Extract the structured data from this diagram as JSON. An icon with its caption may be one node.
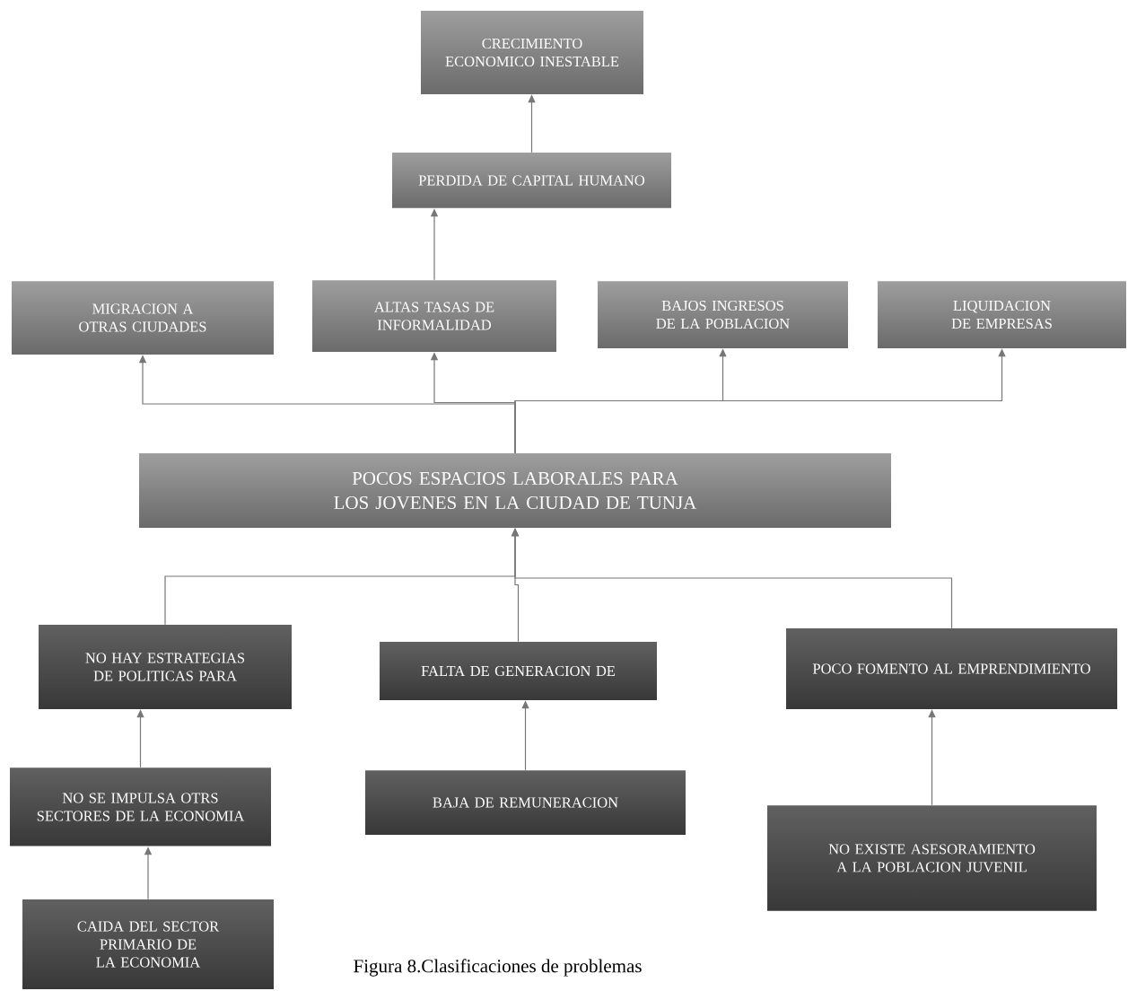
{
  "diagram": {
    "caption": "Figura 8.Clasificaciones de problemas",
    "nodes": [
      {
        "text": [
          "CRECIMIENTO ECONOMICO INESTABLE"
        ]
      },
      {
        "text": [
          "PERDIDA DE CAPITAL HUMANO"
        ]
      },
      {
        "text": [
          "MIGRACION A OTRAS CIUDADES"
        ]
      },
      {
        "text": [
          "ALTAS TASAS DE INFORMALIDAD"
        ]
      },
      {
        "text": [
          "BAJOS INGRESOS DE LA POBLACION"
        ]
      },
      {
        "text": [
          "LIQUIDACION DE EMPRESAS"
        ]
      },
      {
        "text": [
          "POCOS ESPACIOS LABORALES PARA LOS JOVENES EN LA CIUDAD DE TUNJA"
        ]
      },
      {
        "text": [
          "NO HAY ESTRATEGIAS DE POLITICAS PARA"
        ]
      },
      {
        "text": [
          "FALTA DE GENERACION DE"
        ]
      },
      {
        "text": [
          "POCO FOMENTO AL EMPRENDIMIENTO"
        ]
      },
      {
        "text": [
          "NO SE IMPULSA OTRS SECTORES DE LA ECONOMIA"
        ]
      },
      {
        "text": [
          "BAJA DE REMUNERACION"
        ]
      },
      {
        "text": [
          "NO EXISTE ASESORAMIENTO A LA POBLACION JUVENIL"
        ]
      },
      {
        "text": [
          "CAIDA DEL SECTOR PRIMARIO DE LA ECONOMIA"
        ]
      }
    ],
    "edges": [
      {
        "from": 1,
        "to": 0,
        "arrow": "to"
      },
      {
        "from": 3,
        "to": 1,
        "arrow": "to"
      },
      {
        "from": 6,
        "to": 2,
        "arrow": "to"
      },
      {
        "from": 6,
        "to": 3,
        "arrow": "to"
      },
      {
        "from": 6,
        "to": 4,
        "arrow": "to"
      },
      {
        "from": 6,
        "to": 5,
        "arrow": "to"
      },
      {
        "from": 7,
        "to": 6,
        "arrow": "to"
      },
      {
        "from": 8,
        "to": 6,
        "arrow": "to"
      },
      {
        "from": 9,
        "to": 6,
        "arrow": "to"
      },
      {
        "from": 10,
        "to": 7,
        "arrow": "to"
      },
      {
        "from": 11,
        "to": 8,
        "arrow": "to"
      },
      {
        "from": 12,
        "to": 9,
        "arrow": "to"
      },
      {
        "from": 13,
        "to": 10,
        "arrow": "to"
      }
    ]
  }
}
